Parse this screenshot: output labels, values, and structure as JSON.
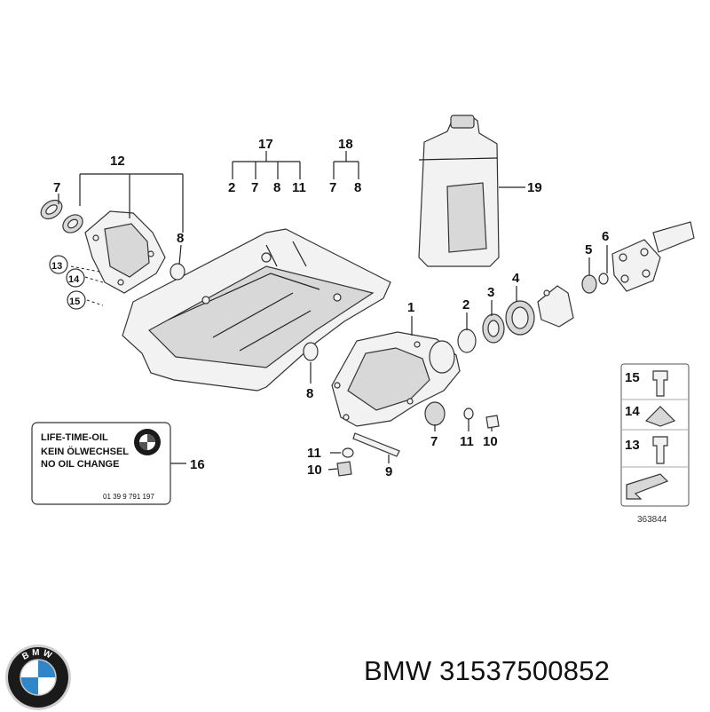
{
  "diagram": {
    "callouts": [
      {
        "id": "c12",
        "text": "12"
      },
      {
        "id": "c7a",
        "text": "7"
      },
      {
        "id": "c8a",
        "text": "8"
      },
      {
        "id": "c13a",
        "text": "13"
      },
      {
        "id": "c14a",
        "text": "14"
      },
      {
        "id": "c15a",
        "text": "15"
      },
      {
        "id": "c17",
        "text": "17"
      },
      {
        "id": "c17_2",
        "text": "2"
      },
      {
        "id": "c17_7",
        "text": "7"
      },
      {
        "id": "c17_8",
        "text": "8"
      },
      {
        "id": "c17_11",
        "text": "11"
      },
      {
        "id": "c18",
        "text": "18"
      },
      {
        "id": "c18_7",
        "text": "7"
      },
      {
        "id": "c18_8",
        "text": "8"
      },
      {
        "id": "c19",
        "text": "19"
      },
      {
        "id": "c1",
        "text": "1"
      },
      {
        "id": "c2",
        "text": "2"
      },
      {
        "id": "c3",
        "text": "3"
      },
      {
        "id": "c4",
        "text": "4"
      },
      {
        "id": "c5",
        "text": "5"
      },
      {
        "id": "c6",
        "text": "6"
      },
      {
        "id": "c8b",
        "text": "8"
      },
      {
        "id": "c7b",
        "text": "7"
      },
      {
        "id": "c11b",
        "text": "11"
      },
      {
        "id": "c10b",
        "text": "10"
      },
      {
        "id": "c11c",
        "text": "11"
      },
      {
        "id": "c10c",
        "text": "10"
      },
      {
        "id": "c9",
        "text": "9"
      },
      {
        "id": "c16",
        "text": "16"
      },
      {
        "id": "c15b",
        "text": "15"
      },
      {
        "id": "c14b",
        "text": "14"
      },
      {
        "id": "c13b",
        "text": "13"
      }
    ],
    "label_card": {
      "line1": "LIFE-TIME-OIL",
      "line2": "KEIN ÖLWECHSEL",
      "line3": "NO OIL CHANGE",
      "code": "01 39 9 791 197"
    },
    "reference_number": "363844"
  },
  "brand": {
    "logo_letters": "BMW",
    "title": "BMW 31537500852",
    "colors": {
      "blue": "#2f86c8",
      "black": "#1a1a1a",
      "silver": "#c8c8c8"
    }
  }
}
